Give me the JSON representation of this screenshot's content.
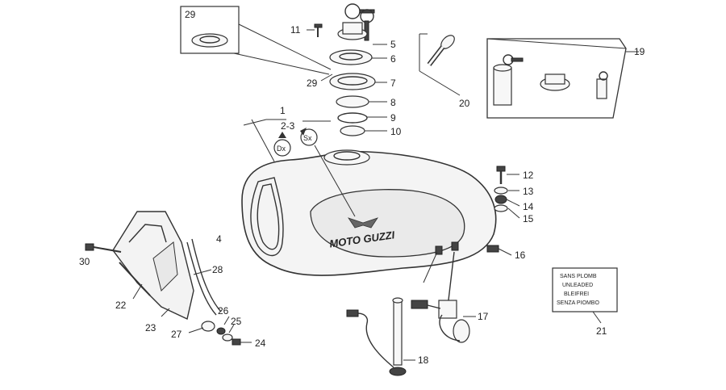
{
  "labels": {
    "l1": "1",
    "l2_3": "2-3",
    "l4": "4",
    "l5": "5",
    "l6": "6",
    "l7": "7",
    "l8": "8",
    "l9": "9",
    "l10": "10",
    "l11": "11",
    "l12": "12",
    "l13": "13",
    "l14": "14",
    "l15": "15",
    "l16": "16",
    "l17": "17",
    "l18": "18",
    "l19": "19",
    "l20": "20",
    "l21": "21",
    "l22": "22",
    "l23": "23",
    "l24": "24",
    "l25": "25",
    "l26": "26",
    "l27": "27",
    "l28": "28",
    "l29_inset": "29",
    "l29": "29",
    "l30": "30"
  },
  "badges": {
    "dx": "Dx",
    "sx": "Sx"
  },
  "tank_logo": "MOTO GUZZI",
  "warning_label": {
    "line1": "SANS PLOMB",
    "line2": "UNLEADED",
    "line3": "BLEIFREI",
    "line4": "SENZA PIOMBO"
  }
}
